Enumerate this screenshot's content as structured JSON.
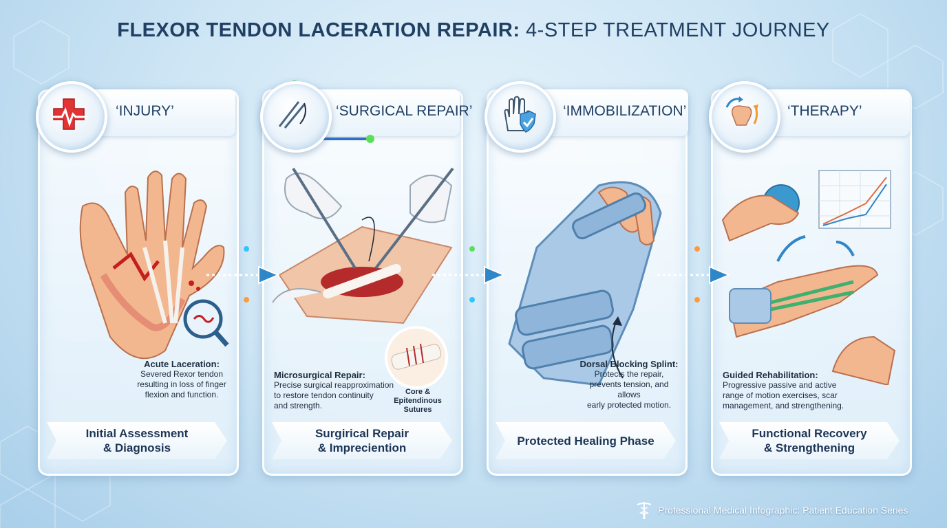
{
  "title_bold": "FLEXOR TENDON LACERATION REPAIR:",
  "title_rest": " 4-STEP TREATMENT JOURNEY",
  "steps": [
    {
      "label": "‘INJURY’",
      "icon": "medical-cross-icon",
      "desc_heading": "Acute Laceration:",
      "desc_lines": [
        "Severed Rexor tendon",
        "resulting in loss of finger",
        "flexion and function."
      ],
      "banner_lines": [
        "Initial Assessment",
        "& Diagnosis"
      ]
    },
    {
      "label": "‘SURGICAL REPAIR’",
      "icon": "surgical-tools-icon",
      "desc_heading": "Microsurgical Repair:",
      "desc_lines": [
        "Precise surgical reapproximation",
        "to restore tendon continuity",
        "and strength."
      ],
      "callout_lines": [
        "Core &",
        "Epitendinous",
        "Sutures"
      ],
      "banner_lines": [
        "Surgirical Repair",
        "& Impreciention"
      ]
    },
    {
      "label": "‘IMMOBILIZATION’",
      "icon": "hand-shield-icon",
      "desc_heading": "Dorsal Blocking Splint:",
      "desc_lines": [
        "Protects the repair,",
        "prevents tension, and allows",
        "early protected motion."
      ],
      "banner_lines": [
        "Protected Healing Phase"
      ]
    },
    {
      "label": "‘THERAPY’",
      "icon": "fist-ball-icon",
      "desc_heading": "Guided Rehabilitation:",
      "desc_lines": [
        "Progressive passive and active",
        "range of motion exercises, scar",
        "management, and strengthening."
      ],
      "banner_lines": [
        "Functional Recovery",
        "& Strengthening"
      ]
    }
  ],
  "footer": "Professional Medical Infographic: Patient Education Series",
  "colors": {
    "title": "#1f3f63",
    "accent_red": "#d22a2a",
    "accent_blue": "#2f86c8",
    "splint_blue": "#a9c9e6",
    "connector_green": "#58e05a"
  }
}
